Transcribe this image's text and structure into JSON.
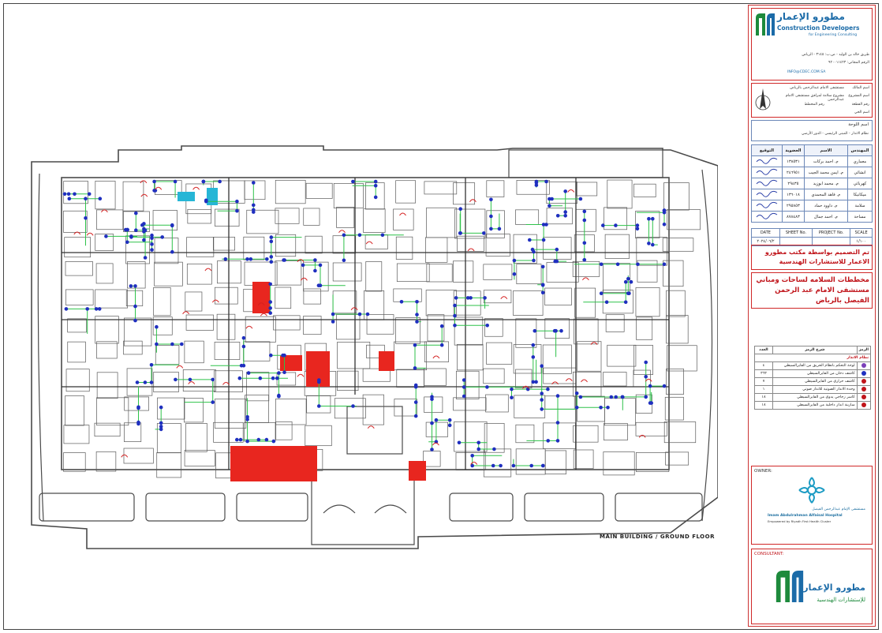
{
  "drawing": {
    "caption": "MAIN BUILDING  /  GROUND FLOOR",
    "colors": {
      "route": "#2ec24a",
      "wall": "#4a4a4a",
      "fire_zone": "#e8261f",
      "marker": "#1f2fbf"
    }
  },
  "title_block": {
    "company_logo_ar": "مطورو الإعمار",
    "company_logo_en": "Construction Developers",
    "company_logo_sub": "for Engineering Consulting",
    "company_address": "طريق خالد بن الوليد - ص.ب: ٣١٤٥ - الرياض",
    "company_phone": "الرقم المجاني: ٩٢٠٠١١٤٢٣",
    "company_email": "INFO@CDEC.COM.SA",
    "project_label_client": "اسم المالك",
    "project_client": "مستشفى الامام عبدالرحمن بالرياض",
    "project_label_name": "اسم المشروع",
    "project_name": "مشروع سلامة لمرافق مستشفى الامام عبدالرحمن",
    "project_label_no": "رقم المخطط",
    "project_label_plot": "رقم القطعة",
    "project_label_nature": "اسم الحي",
    "sheet_label": "اسم اللوحة",
    "sheet_title": "نظام الانذار - المبنى الرئيسي - الدور الأرضي",
    "sign_headers": [
      "التوقيع",
      "العضوية",
      "الاسم",
      "المهندس"
    ],
    "sign_rows": [
      [
        "",
        "١٣٨٥٣١",
        "م. احمد بركات",
        "معماري"
      ],
      [
        "",
        "٢٤٦٩٥١",
        "م. ايمن محمد الجيب",
        "انشائي"
      ],
      [
        "",
        "٢٩٤٣٥",
        "م. محمد ابوزيد",
        "كهربائي"
      ],
      [
        "",
        "١٣٦٠١٨",
        "م. فاهد المحمدي",
        "ميكانيكا"
      ],
      [
        "",
        "٢٩٥٨٥٣",
        "م. داوود حماد",
        "سلامة"
      ],
      [
        "",
        "٨٧٨٤٨٣",
        "م. احمد جمال",
        "مساحة"
      ]
    ],
    "date_headers": [
      "DATE",
      "SHEET No.",
      "PROJECT No.",
      "SCALE"
    ],
    "date_values": [
      "٢٠٢٤/٠٦/٢",
      "",
      "",
      "١/١٠٠"
    ],
    "designed_by": "تم التصميم بواسطة مكتب مطورو الاعمار للاستشارات الهندسية",
    "plan_title": "مخططات السلامه لساحات ومباني مستشفى الامام عبد الرحمن الفيصل بالرياض",
    "legend_headers": [
      "الرمز",
      "شرح الرمز",
      "العدد"
    ],
    "legend_section": "نظام الانذار",
    "legend_rows": [
      {
        "count": "٤",
        "text": "لوحة التحكم بانظام الحريق من الفايرالسيطي",
        "color": "#7b3fb8"
      },
      {
        "count": "٣٦٣",
        "text": "كاشف دخان من الفايرالسيطي",
        "color": "#1f2fbf"
      },
      {
        "count": "٧",
        "text": "كاشف حراري من الفايرالسيطي",
        "color": "#c0141a"
      },
      {
        "count": "١",
        "text": "وحدة الانذار الصوتية للانذار صوتي",
        "color": "#c0141a"
      },
      {
        "count": "١٨",
        "text": "كاسر زجاجي يدوي من الفايرالسيطي",
        "color": "#c0141a"
      },
      {
        "count": "١٨",
        "text": "سارينة انذار داخلية من الفايرالسيطي",
        "color": "#c0141a"
      }
    ],
    "owner_label": "OWNER:",
    "owner_name_ar": "مستشفى الإمام عبدالرحمن الفيصل",
    "owner_name_en": "Imam Abdulrahman Alfaisal Hospital",
    "owner_sub": "Empowered by Riyadh First Health Cluster",
    "consultant_label": "CONSULTANT:",
    "consultant_ar": "مطورو الإعمار",
    "consultant_sub": "للإستشارات الهندسية"
  }
}
